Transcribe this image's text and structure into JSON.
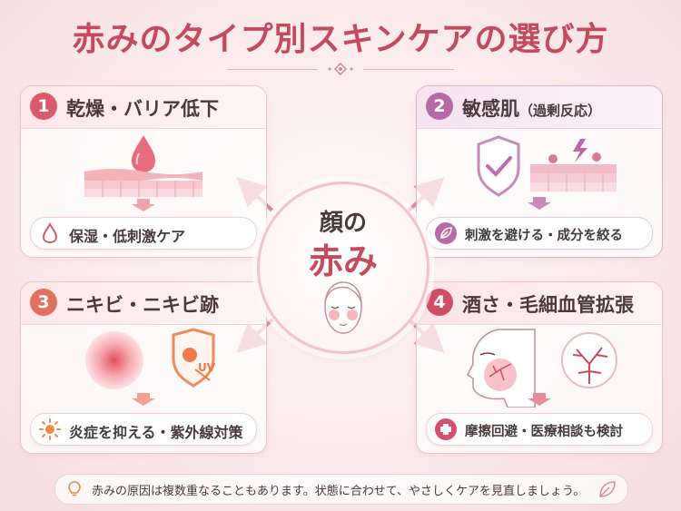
{
  "title": "赤みのタイプ別スキンケアの選び方",
  "center": {
    "line1": "顔の",
    "line2": "赤み"
  },
  "cards": [
    {
      "num": "1",
      "heading": "乾燥・バリア低下",
      "subheading": "",
      "care": "保湿・低刺激ケア"
    },
    {
      "num": "2",
      "heading": "敏感肌",
      "subheading": "（過剰反応）",
      "care": "刺激を避ける・成分を絞る"
    },
    {
      "num": "3",
      "heading": "ニキビ・ニキビ跡",
      "subheading": "",
      "care": "炎症を抑える・紫外線対策"
    },
    {
      "num": "4",
      "heading": "酒さ・毛細血管拡張",
      "subheading": "",
      "care": "摩擦回避・医療相談も検討"
    }
  ],
  "uv_label": "UV",
  "footer": "赤みの原因は複数重なることもあります。状態に合わせて、やさしくケアを見直しましょう。",
  "colors": {
    "accent": "#c44a5e",
    "card1": "#dc5a6c",
    "card2": "#b86aa6",
    "card3": "#e2705f",
    "card4": "#cf4f65"
  },
  "icons": [
    "droplet-icon",
    "shield-check-icon",
    "lightning-icon",
    "leaf-icon",
    "sun-icon",
    "uv-shield-icon",
    "medical-plus-icon",
    "lightbulb-icon",
    "face-icon"
  ]
}
